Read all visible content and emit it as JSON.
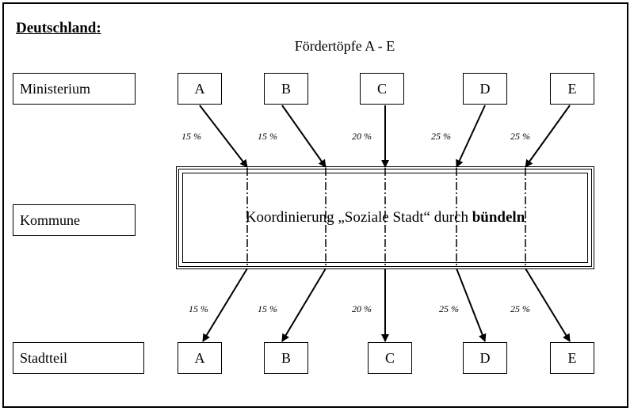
{
  "title": "Deutschland:",
  "subtitle": "Fördertöpfe A - E",
  "rows": {
    "ministerium": "Ministerium",
    "kommune": "Kommune",
    "stadtteil": "Stadtteil"
  },
  "center": {
    "text_prefix": "Koordinierung „Soziale Stadt“ durch ",
    "text_bold": "bündeln"
  },
  "top_boxes": [
    "A",
    "B",
    "C",
    "D",
    "E"
  ],
  "bottom_boxes": [
    "A",
    "B",
    "C",
    "D",
    "E"
  ],
  "top_percentages": [
    "15 %",
    "15 %",
    "20 %",
    "25 %",
    "25 %"
  ],
  "bottom_percentages": [
    "15 %",
    "15 %",
    "20 %",
    "25 %",
    "25 %"
  ]
}
